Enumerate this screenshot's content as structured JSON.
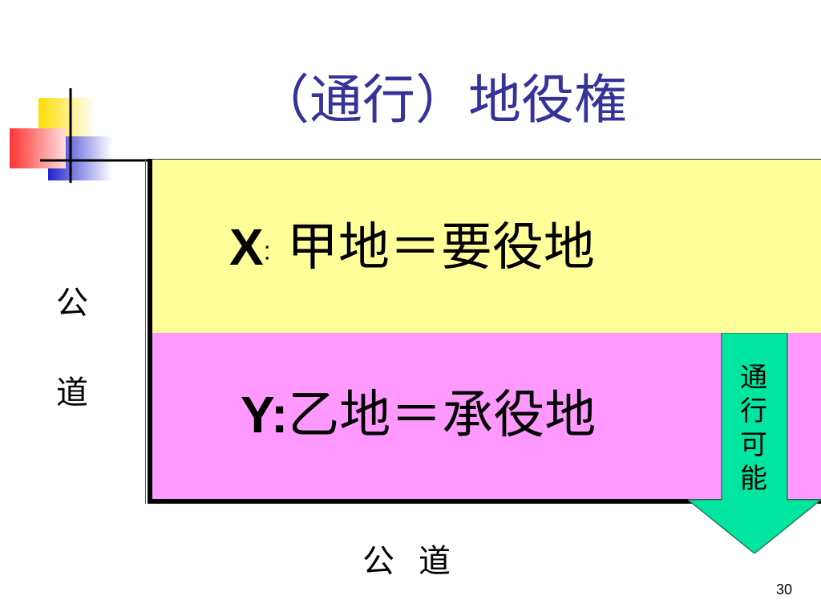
{
  "slide": {
    "title": "（通行）地役権",
    "page_number": "30"
  },
  "land_x": {
    "letter": "X",
    "colon": ":",
    "text": "甲地＝要役地"
  },
  "land_y": {
    "letter": "Y",
    "colon": ":",
    "text": "乙地＝承役地"
  },
  "road_left": {
    "char1": "公",
    "char2": "道"
  },
  "road_bottom": {
    "text": "公道"
  },
  "passage_arrow": {
    "text": "通行可能"
  },
  "colors": {
    "title": "#333399",
    "land_x_fill": "#ffff99",
    "land_y_fill": "#ff99ff",
    "arrow_fill": "#00e6a0"
  }
}
